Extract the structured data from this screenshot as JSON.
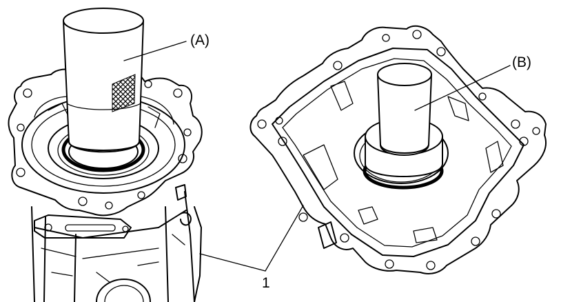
{
  "callouts": {
    "tool_a": "(A)",
    "tool_b": "(B)",
    "part_1": "1"
  },
  "colors": {
    "ink": "#000000",
    "background": "#ffffff"
  }
}
